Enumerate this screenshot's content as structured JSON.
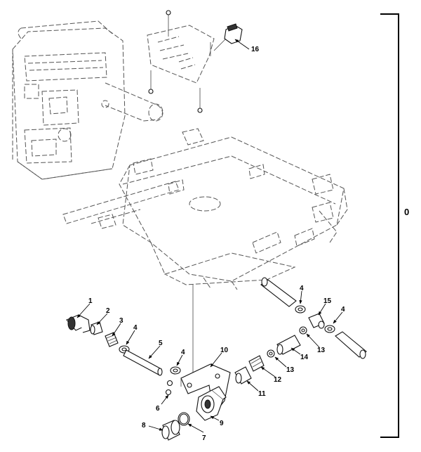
{
  "figure": {
    "callouts": {
      "c1": "1",
      "c2": "2",
      "c3": "3",
      "c4a": "4",
      "c4b": "4",
      "c4c": "4",
      "c4d": "4",
      "c5": "5",
      "c6": "6",
      "c7": "7",
      "c8": "8",
      "c9": "9",
      "c10": "10",
      "c11": "11",
      "c12": "12",
      "c13a": "13",
      "c13b": "13",
      "c14": "14",
      "c15": "15",
      "c16": "16"
    },
    "assembly_callout": "0"
  }
}
